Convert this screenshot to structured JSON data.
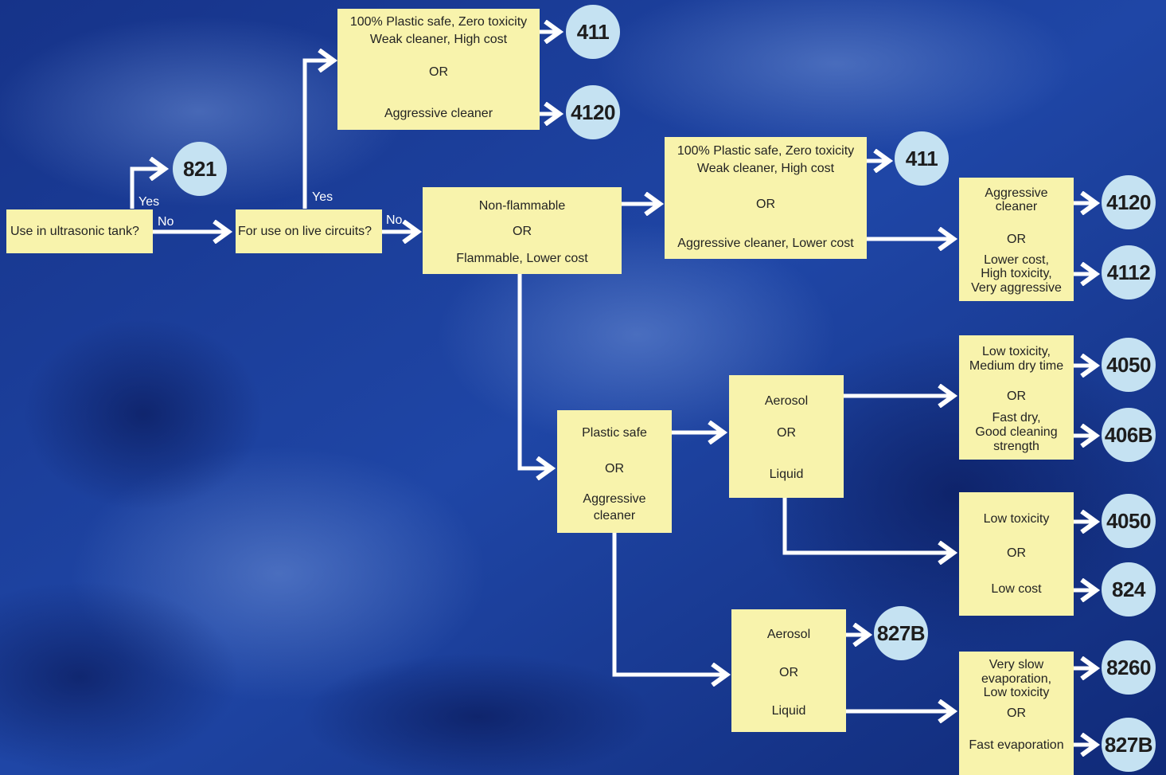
{
  "questions": {
    "ultrasonic": "Use in ultrasonic tank?",
    "live_circuits": "For use on live circuits?"
  },
  "edge_labels": {
    "ultrasonic_yes": "Yes",
    "ultrasonic_no": "No",
    "live_yes": "Yes",
    "live_no": "No"
  },
  "boxes": {
    "live_options": {
      "line1": "100% Plastic safe, Zero toxicity",
      "line2": "Weak cleaner, High cost",
      "or": "OR",
      "line3": "Aggressive cleaner"
    },
    "flammability": {
      "line1": "Non-flammable",
      "or": "OR",
      "line2": "Flammable, Lower cost"
    },
    "nonflam_options": {
      "line1": "100% Plastic safe, Zero toxicity",
      "line2": "Weak cleaner, High cost",
      "or": "OR",
      "line3": "Aggressive cleaner, Lower cost"
    },
    "aggressive_options": {
      "line1": "Aggressive",
      "line2": "cleaner",
      "or": "OR",
      "line3": "Lower cost,",
      "line4": "High toxicity,",
      "line5": "Very aggressive"
    },
    "plastic_safe": {
      "line1": "Plastic safe",
      "or": "OR",
      "line2": "Aggressive",
      "line3": "cleaner"
    },
    "aerosol_upper": {
      "line1": "Aerosol",
      "or": "OR",
      "line2": "Liquid"
    },
    "toxicity_dry": {
      "line1": "Low toxicity,",
      "line2": "Medium dry time",
      "or": "OR",
      "line3": "Fast dry,",
      "line4": "Good cleaning",
      "line5": "strength"
    },
    "toxicity_cost": {
      "line1": "Low toxicity",
      "or": "OR",
      "line2": "Low cost"
    },
    "aerosol_lower": {
      "line1": "Aerosol",
      "or": "OR",
      "line2": "Liquid"
    },
    "evaporation": {
      "line1": "Very slow",
      "line2": "evaporation,",
      "line3": "Low toxicity",
      "or": "OR",
      "line4": "Fast evaporation"
    }
  },
  "products": {
    "p821": "821",
    "p411_a": "411",
    "p4120_a": "4120",
    "p411_b": "411",
    "p4120_b": "4120",
    "p4112": "4112",
    "p4050_a": "4050",
    "p406B": "406B",
    "p4050_b": "4050",
    "p824": "824",
    "p827B_a": "827B",
    "p8260": "8260",
    "p827B_b": "827B"
  },
  "colors": {
    "box_fill": "#f8f3ac",
    "product_circle": "#c5e2f2",
    "arrow": "#ffffff",
    "background": "#1c3e9a"
  }
}
